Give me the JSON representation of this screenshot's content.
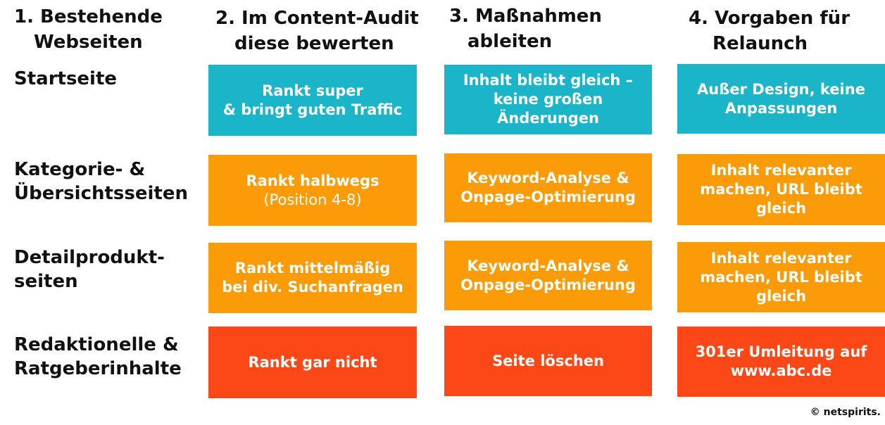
{
  "headers": [
    {
      "line1": "1. Bestehende",
      "line2": "Webseiten"
    },
    {
      "line1": "2. Im Content-Audit",
      "line2": "diese bewerten"
    },
    {
      "line1": "3. Maßnahmen",
      "line2": "ableiten"
    },
    {
      "line1": "4. Vorgaben für",
      "line2": "Relaunch"
    }
  ],
  "rows": [
    {
      "label_line1": "Startseite",
      "label_line2": "",
      "audit_line1": "Rankt super",
      "audit_line2": "& bringt guten Traffic",
      "measure_line1": "Inhalt bleibt gleich –",
      "measure_line2": "keine großen",
      "measure_line3": "Änderungen",
      "relaunch_line1": "Außer Design, keine",
      "relaunch_line2": "Anpassungen"
    },
    {
      "label_line1": "Kategorie- &",
      "label_line2": "Übersichtsseiten",
      "audit_line1": "Rankt halbwegs",
      "audit_line2": "(Position 4-8)",
      "measure_line1": "Keyword-Analyse &",
      "measure_line2": "Onpage-Optimierung",
      "relaunch_line1": "Inhalt relevanter",
      "relaunch_line2": "machen, URL bleibt",
      "relaunch_line3": "gleich"
    },
    {
      "label_line1": "Detailprodukt-",
      "label_line2": "seiten",
      "audit_line1": "Rankt mittelmäßig",
      "audit_line2": "bei div. Suchanfragen",
      "measure_line1": "Keyword-Analyse &",
      "measure_line2": "Onpage-Optimierung",
      "relaunch_line1": "Inhalt relevanter",
      "relaunch_line2": "machen, URL bleibt",
      "relaunch_line3": "gleich"
    },
    {
      "label_line1": "Redaktionelle &",
      "label_line2": "Ratgeberinhalte",
      "audit_line1": "Rankt gar nicht",
      "measure_line1": "Seite löschen",
      "relaunch_line1": "301er Umleitung auf",
      "relaunch_line2": "www.abc.de"
    }
  ],
  "colors": {
    "teal": "#1ab5c8",
    "orange": "#fb9b08",
    "red": "#fc4816"
  },
  "copyright": "© netspirits."
}
